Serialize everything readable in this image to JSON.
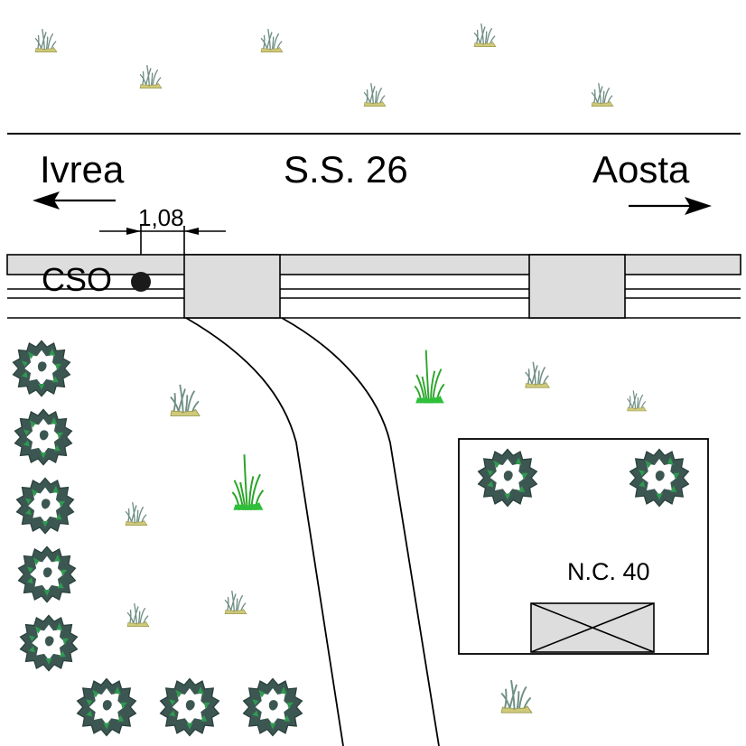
{
  "road": {
    "name": "S.S. 26",
    "west_destination": "Ivrea",
    "east_destination": "Aosta"
  },
  "dimension": {
    "value": "1,08"
  },
  "cso": {
    "label": "CSO"
  },
  "building": {
    "label": "N.C. 40"
  },
  "legend_icons": [
    "grass-tuft-icon",
    "shrub-icon",
    "arrow-left-icon",
    "arrow-right-icon",
    "building-cross-icon"
  ],
  "colors": {
    "lane_fill": "#dddddd",
    "grass_blade": "#7a9a8a",
    "grass_base": "#c8c878",
    "grass_green": "#22aa22",
    "shrub_dark": "#3c5a55",
    "shrub_light": "#2f9a4f"
  }
}
